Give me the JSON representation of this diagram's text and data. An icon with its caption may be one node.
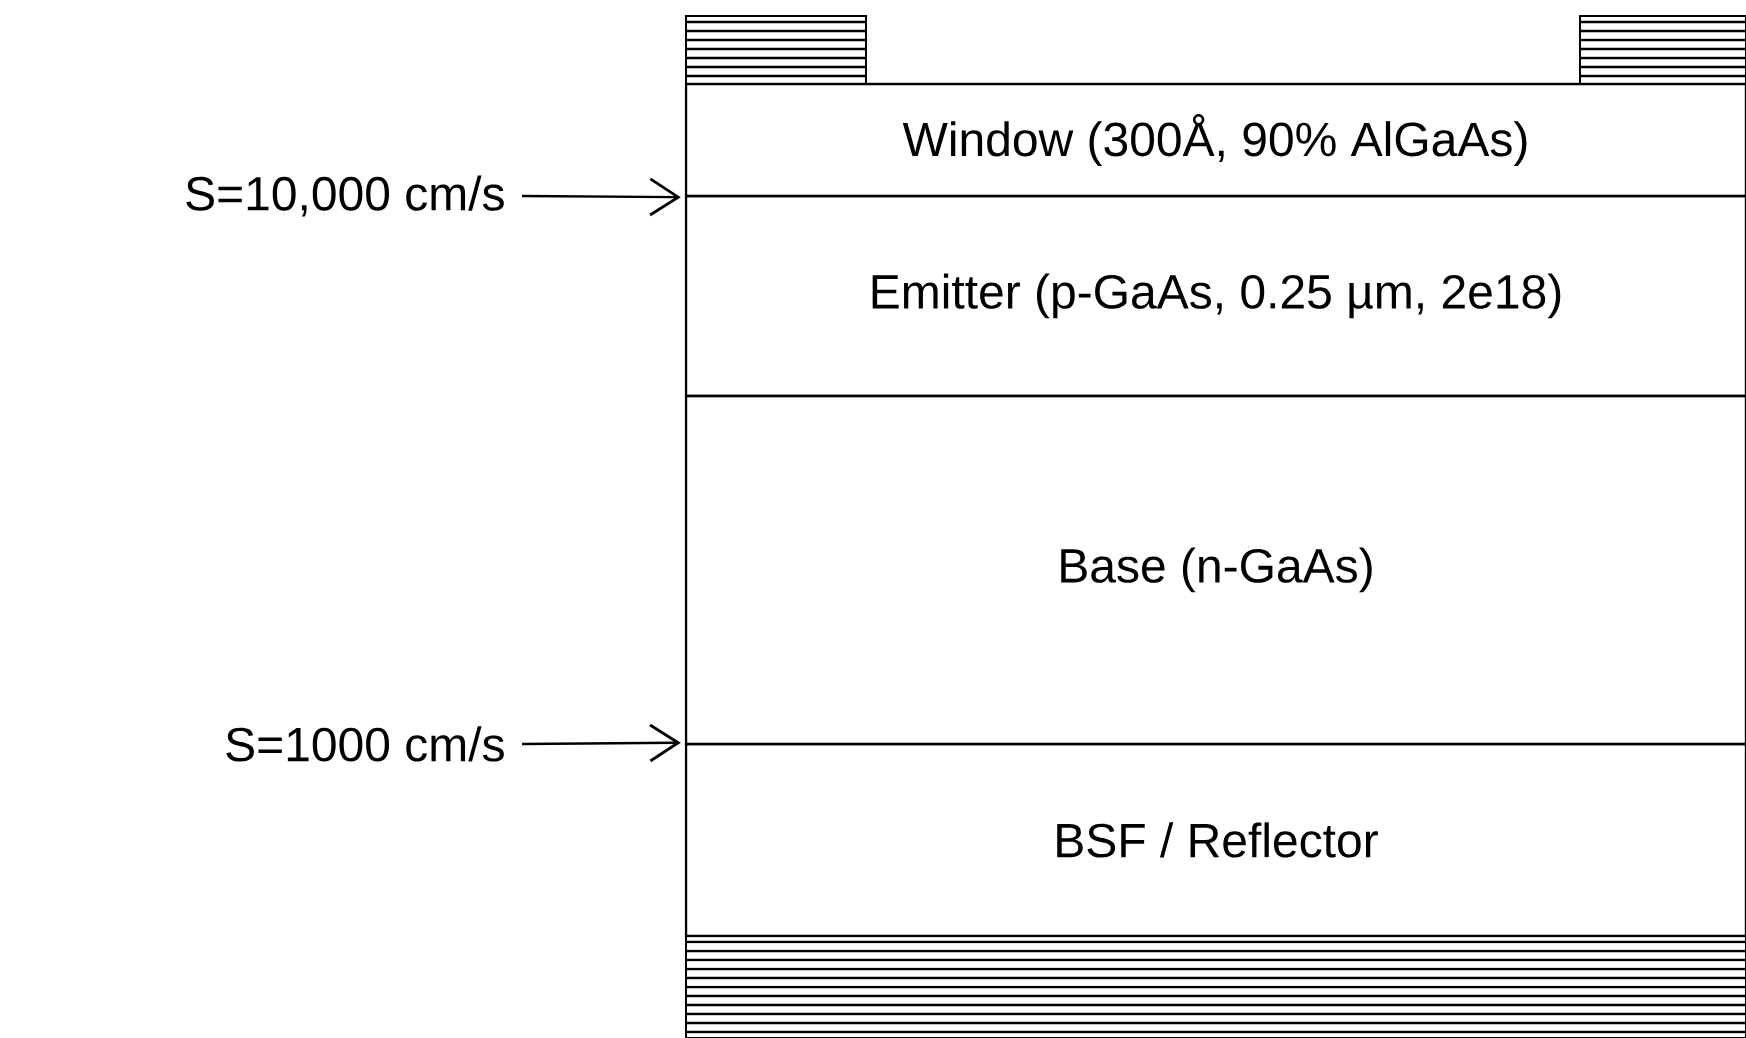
{
  "diagram": {
    "nodes": [
      {
        "text": [],
        "shape": "bar"
      },
      {
        "text": [],
        "shape": "bar"
      },
      {
        "text": [
          "S=10,000 cm/s"
        ]
      },
      {
        "text": [
          "Window (300Å, 90% AlGaAs)"
        ]
      },
      {
        "text": [
          "Emitter (p-GaAs, 0.25 µm, 2e18)"
        ]
      },
      {
        "text": [
          "Base (n-GaAs)"
        ]
      },
      {
        "text": [
          "S=1000 cm/s"
        ]
      },
      {
        "text": [
          "BSF / Reflector"
        ]
      },
      {
        "text": [],
        "shape": "bar"
      }
    ],
    "edges": [
      {
        "from": 2,
        "to": 3,
        "arrow": "to"
      },
      {
        "from": 6,
        "to": 7,
        "arrow": "to"
      }
    ]
  }
}
